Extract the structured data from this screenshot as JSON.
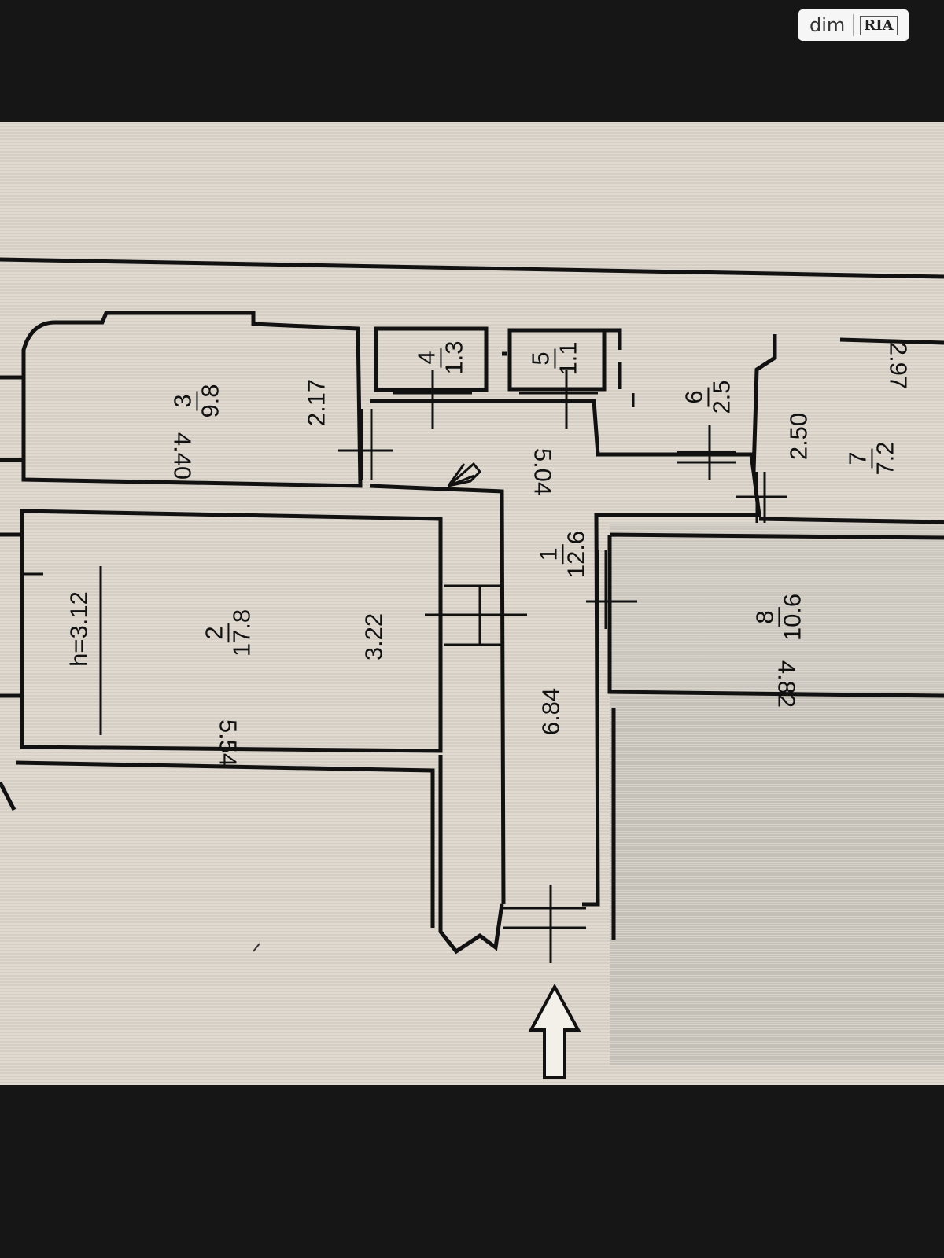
{
  "watermark": {
    "left": "dim",
    "right": "RIA"
  },
  "ceiling_height": "h=3.12",
  "rooms": [
    {
      "number": "1",
      "area": "12.6"
    },
    {
      "number": "2",
      "area": "17.8"
    },
    {
      "number": "3",
      "area": "9.8"
    },
    {
      "number": "4",
      "area": "1.3"
    },
    {
      "number": "5",
      "area": "1.1"
    },
    {
      "number": "6",
      "area": "2.5"
    },
    {
      "number": "7",
      "area": "7.2"
    },
    {
      "number": "8",
      "area": "10.6"
    }
  ],
  "dimensions": {
    "room3_length": "4.40",
    "room3_width": "2.17",
    "hall_width": "5.04",
    "room2_length": "5.54",
    "room2_width": "3.22",
    "corridor_length": "6.84",
    "room8_length": "4.82",
    "room7_length": "2.97",
    "room7_width": "2.50"
  },
  "icons": [
    "entrance-arrow-icon",
    "hall-arrow-icon"
  ],
  "colors": {
    "paper": "#ddd6cc",
    "background": "#161616",
    "ink": "#111111"
  }
}
